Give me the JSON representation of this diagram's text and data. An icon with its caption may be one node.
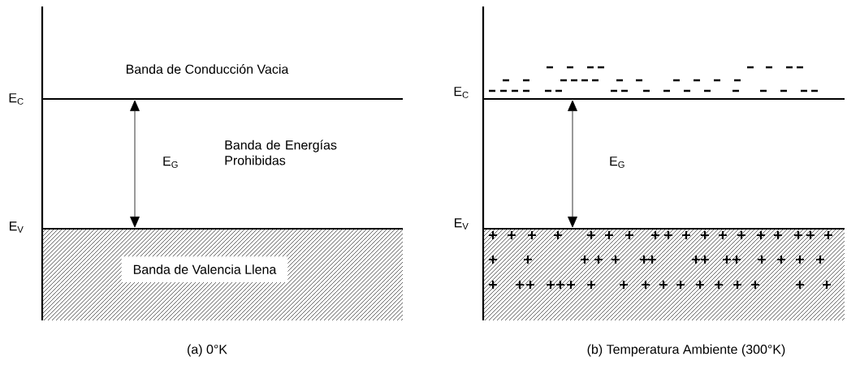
{
  "diagram": {
    "nodes": [
      {
        "text": [
          "Banda de Valencia Llena"
        ]
      }
    ],
    "labels": [
      "E$_{C}$",
      "Banda de Conducción Vacia",
      "E$_{G}$",
      "Banda de Energías Prohibidas",
      "E$_{V}$",
      "(a) 0°K",
      "E$_{C}$",
      "E$_{G}$",
      "E$_{V}$",
      "(b) Temperatura Ambiente (300°K)"
    ]
  }
}
